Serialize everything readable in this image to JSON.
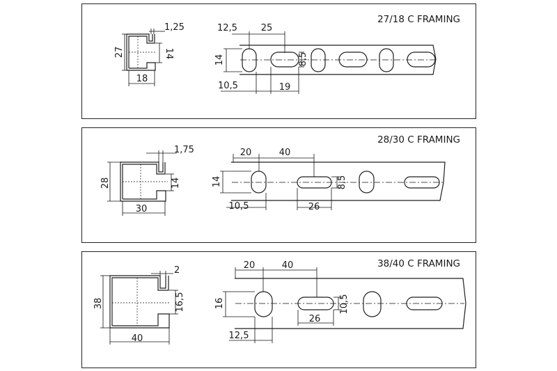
{
  "panels": [
    {
      "title": "27/18 C FRAMING",
      "section": {
        "thickness": "1,25",
        "height": "27",
        "lip": "14",
        "width": "18"
      },
      "strip": {
        "edge_offset": "12,5",
        "pitch": "25",
        "hole_width": "14",
        "slot_height": "8,5",
        "hole_offset": "10,5",
        "slot_length": "19"
      }
    },
    {
      "title": "28/30 C FRAMING",
      "section": {
        "thickness": "1,75",
        "height": "28",
        "lip": "14",
        "width": "30"
      },
      "strip": {
        "edge_offset": "20",
        "pitch": "40",
        "hole_width": "14",
        "slot_height": "8,5",
        "hole_offset": "10,5",
        "slot_length": "26"
      }
    },
    {
      "title": "38/40 C FRAMING",
      "section": {
        "thickness": "2",
        "height": "38",
        "lip": "16,5",
        "width": "40"
      },
      "strip": {
        "edge_offset": "20",
        "pitch": "40",
        "hole_width": "16",
        "slot_height": "10,5",
        "slot_length": "26",
        "hole_offset": "12,5"
      }
    }
  ]
}
